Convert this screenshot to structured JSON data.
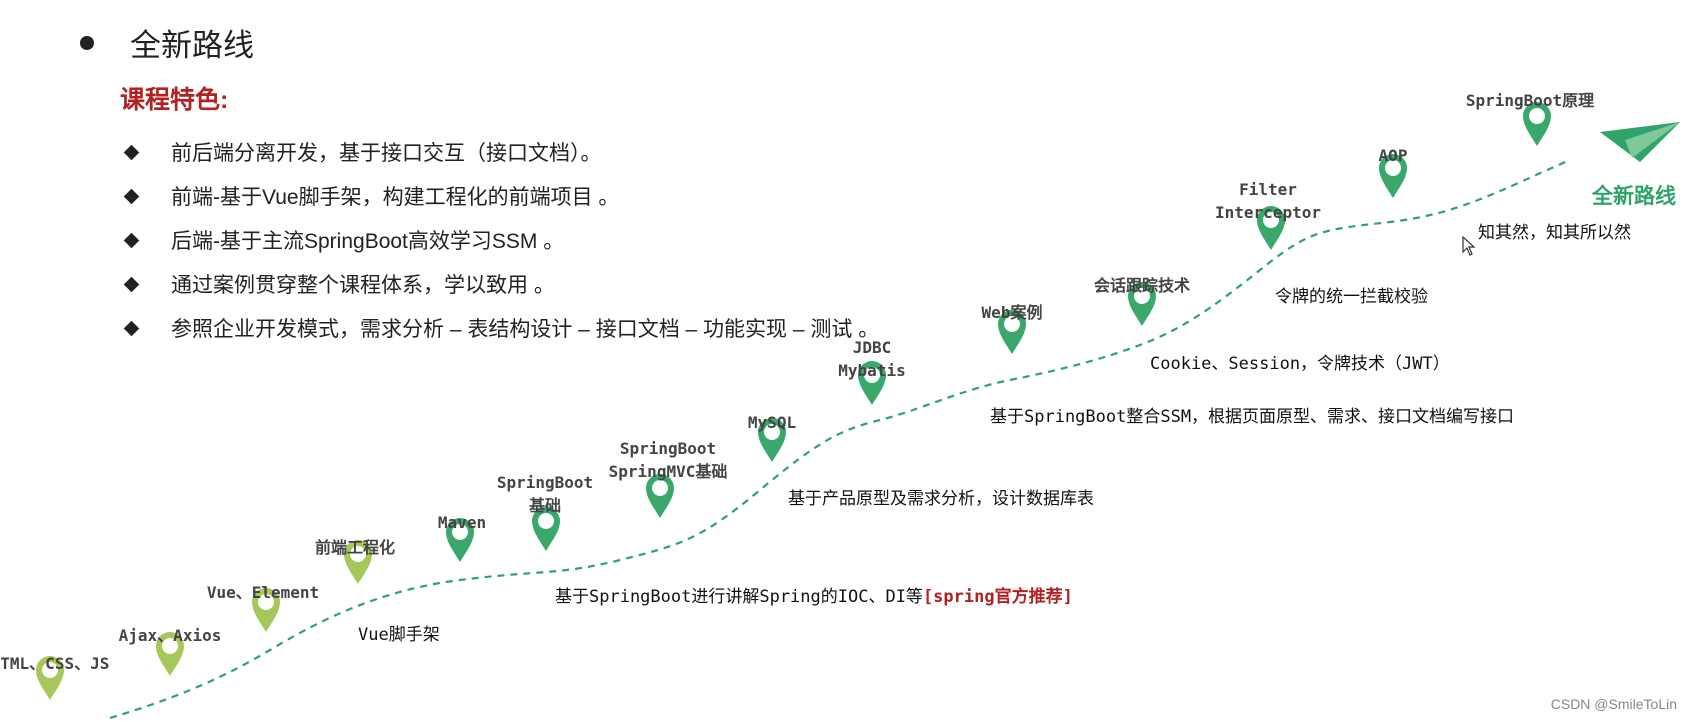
{
  "slide": {
    "title": "全新路线",
    "subtitle": "课程特色:",
    "features": [
      "前后端分离开发，基于接口交互（接口文档）。",
      "前端-基于Vue脚手架，构建工程化的前端项目 。",
      "后端-基于主流SpringBoot高效学习SSM 。",
      "通过案例贯穿整个课程体系，学以致用 。",
      "参照企业开发模式，需求分析 – 表结构设计 – 接口文档 – 功能实现 – 测试 。"
    ]
  },
  "roadmap": {
    "title": "全新路线",
    "milestones": [
      "HTML、CSS、JS",
      "Ajax、Axios",
      "Vue、Element",
      "前端工程化",
      "Maven",
      "SpringBoot\n基础",
      "SpringBoot\nSpringMVC基础",
      "MySQL",
      "JDBC\nMybatis",
      "Web案例",
      "会话跟踪技术",
      "Filter\nInterceptor",
      "AOP",
      "SpringBoot原理"
    ],
    "descriptions": {
      "vue_cli": "Vue脚手架",
      "spring_basics": "基于SpringBoot进行讲解Spring的IOC、DI等",
      "spring_highlight": "[spring官方推荐]",
      "database": "基于产品原型及需求分析，设计数据库表",
      "ssm": "基于SpringBoot整合SSM，根据页面原型、需求、接口文档编写接口",
      "session": "Cookie、Session，令牌技术（JWT）",
      "filter": "令牌的统一拦截校验",
      "principle": "知其然，知其所以然"
    },
    "colors": {
      "early_pin": "#a6c85a",
      "late_pin": "#3aa86a",
      "path": "#2fa36b",
      "accent_red": "#b22222"
    }
  },
  "watermark": "CSDN @SmileToLin"
}
